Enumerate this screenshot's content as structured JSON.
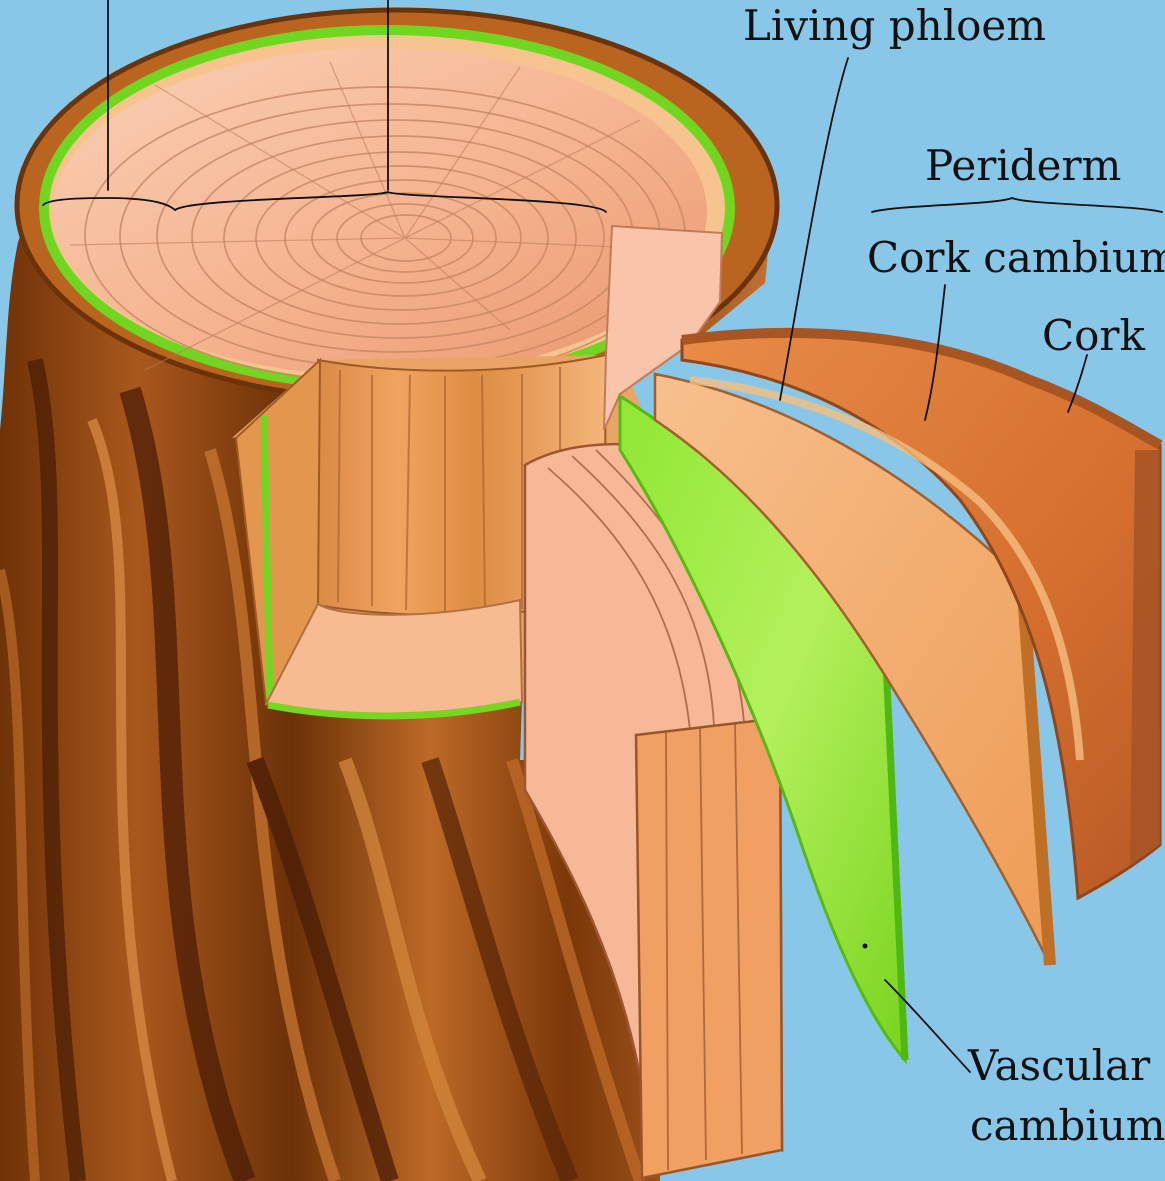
{
  "labels": {
    "living_phloem": "Living phloem",
    "periderm": "Periderm",
    "cork_cambium": "Cork cambium",
    "cork": "Cork",
    "vascular": "Vascular",
    "cambium": "cambium"
  },
  "colors": {
    "sky": "#88c7e8",
    "bark_dark": "#6b3208",
    "bark_mid": "#a2561b",
    "bark_light": "#d9934a",
    "wood": "#f4b28f",
    "wood_light": "#f6c7ab",
    "green": "#7bdc23",
    "green_light": "#b8f05a",
    "phloem": "#f3a65d",
    "cork": "#d97b36"
  }
}
